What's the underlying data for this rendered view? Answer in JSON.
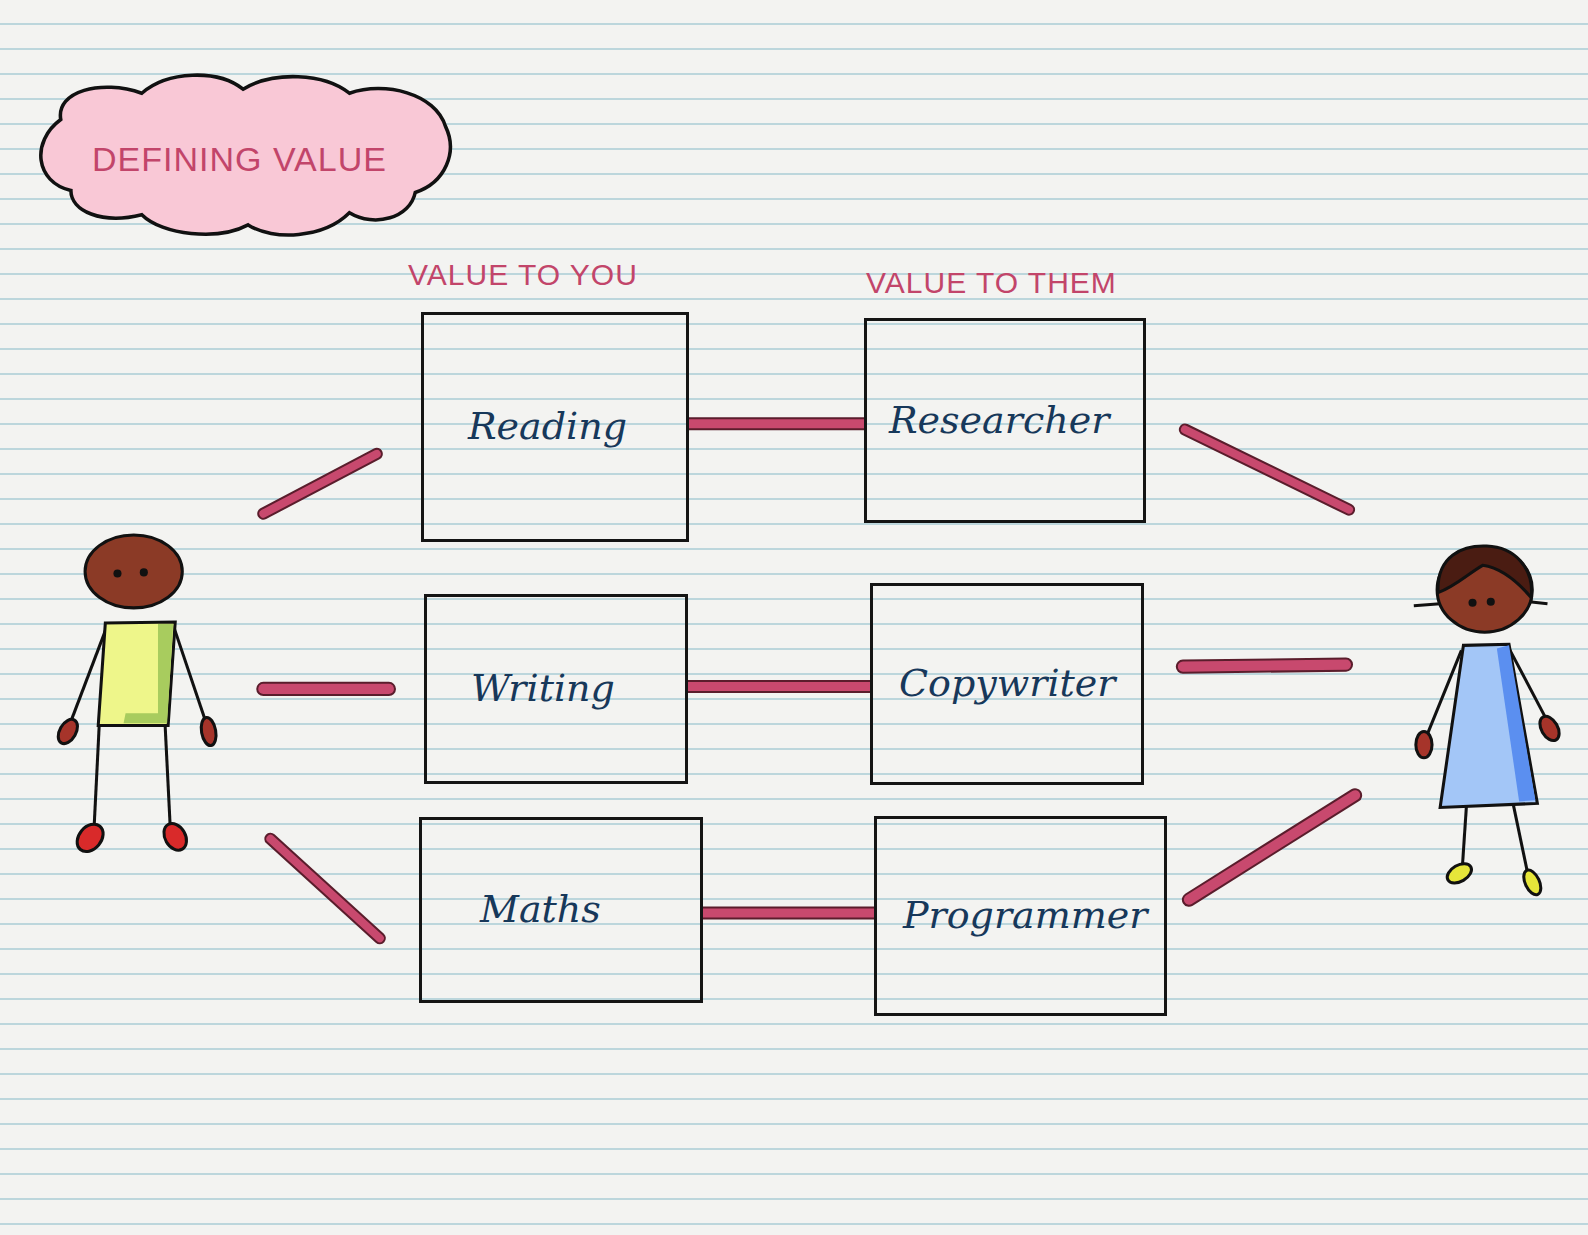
{
  "diagram": {
    "title": "DEFINING VALUE",
    "nodes": [
      {
        "text": [
          "Reading"
        ]
      },
      {
        "text": [
          "Writing"
        ]
      },
      {
        "text": [
          "Maths"
        ]
      },
      {
        "text": [
          "Researcher"
        ]
      },
      {
        "text": [
          "Copywriter"
        ]
      },
      {
        "text": [
          "Programmer"
        ]
      }
    ],
    "edges": [
      {
        "from": 0,
        "to": 3,
        "arrow": "none"
      },
      {
        "from": 1,
        "to": 4,
        "arrow": "none"
      },
      {
        "from": 2,
        "to": 5,
        "arrow": "none"
      }
    ],
    "labels": [
      "VALUE TO YOU",
      "VALUE TO THEM"
    ]
  }
}
